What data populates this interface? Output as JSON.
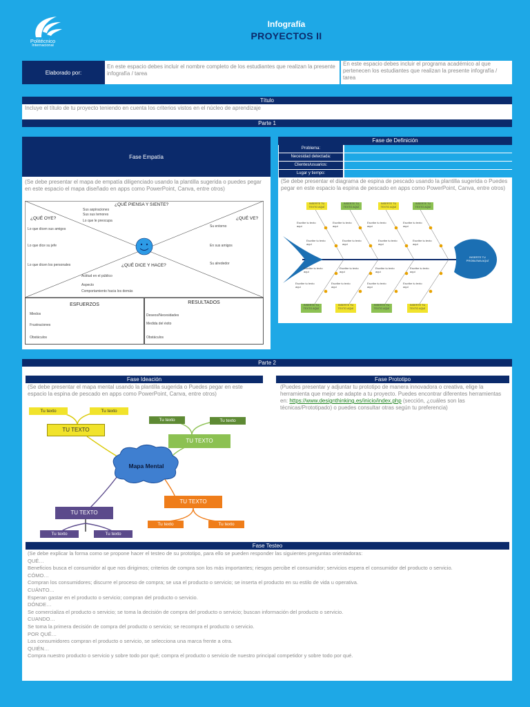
{
  "brand": {
    "name": "Politécnico",
    "sub": "Internacional"
  },
  "header": {
    "title": "Infografía",
    "subtitle": "PROYECTOS II"
  },
  "author_row": {
    "label": "Elaborado por:",
    "students_hint": "En este espacio debes incluir el nombre completo de los estudiantes que realizan la presente infografía / tarea",
    "program_hint": "En este espacio debes incluir el programa académico al que pertenecen los estudiantes que realizan la presente infografía / tarea"
  },
  "titulo": {
    "label": "Título",
    "hint": "Incluye el título de tu proyecto teniendo en cuenta los criterios vistos en el núcleo de aprendizaje"
  },
  "parte1": {
    "label": "Parte 1",
    "empatia": {
      "title": "Fase Empatía",
      "hint": "(Se debe presentar el mapa de empatía diligenciado usando la plantilla sugerida o puedes pegar en este espacio el mapa diseñado en apps como PowerPoint, Canva, entre otros)",
      "map": {
        "piensa": "¿QUÉ PIENSA Y SIENTE?",
        "oye": "¿QUÉ OYE?",
        "ve": "¿QUÉ VE?",
        "dice": "¿QUÉ DICE Y HACE?",
        "piensa_items": [
          "Sus aspiraciones",
          "Sus sus temores",
          "Lo que le preocupa"
        ],
        "oye_items": [
          "Lo que dicen sus amigos",
          "Lo que dice su jefe",
          "Lo que dicen los personales"
        ],
        "ve_items": [
          "Su entorno",
          "En sus amigos",
          "Su alrededor"
        ],
        "dice_items": [
          "Actitud en el público",
          "Aspecto",
          "Comportamiento hacia los demás"
        ],
        "esfuerzos": "ESFUERZOS",
        "resultados": "RESULTADOS",
        "esfuerzos_items": [
          "Miedos",
          "Frustraciones",
          "Obstáculos"
        ],
        "resultados_items": [
          "Deseos/Necesidades",
          "Medida del éxito",
          "Obstáculos"
        ]
      }
    },
    "definicion": {
      "title": "Fase de Definición",
      "fields": [
        "Problema:",
        "Necesidad detectada:",
        "Clientes/usuarios:",
        "Lugar y tiempo:"
      ],
      "hint": "(Se debe presentar el diagrama de espina de pescado usando la plantilla sugerida o Puedes pegar en este espacio la espina de pescado en apps como PowerPoint, Canva, entre otros)",
      "fish": {
        "cause": "INSERTE TU TEXTO AQUÍ",
        "sub": "Escribe tu texto aquí",
        "head": "INSERTE TU PROBLEMA AQUÍ"
      }
    }
  },
  "parte2": {
    "label": "Parte 2",
    "ideacion": {
      "title": "Fase Ideación",
      "hint": "(Se debe presentar el mapa mental usando la plantilla sugerida o Puedes pegar en este espacio la espina de pescado en apps como PowerPoint, Canva, entre otros)",
      "center": "Mapa Mental",
      "main": "TU TEXTO",
      "sub": "Tu texto"
    },
    "prototipo": {
      "title": "Fase Prototipo",
      "hint_a": "(Puedes presentar y adjuntar tu prototipo de manera innovadora o creativa, elige la herramienta que mejor se adapte a tu proyecto. Puedes encontrar diferentes herramientas en: ",
      "link": "https://www.designthinking.es/inicio/index.php",
      "hint_b": " (sección, ¿cuáles son las técnicas/Prototipado) o puedes consultar otras según tu preferencia)"
    },
    "testeo": {
      "title": "Fase Testeo",
      "lines": [
        "(Se debe explicar la forma como se propone hacer el testeo de su prototipo, para ello se pueden responder las siguientes preguntas orientadoras:",
        "QUÉ…",
        "Beneficios busca el consumidor al que nos dirigimos; criterios de compra son los más importantes; riesgos percibe el consumidor; servicios espera el consumidor del producto o servicio.",
        "CÓMO…",
        "Compran los consumidores; discurre el proceso de compra; se usa el producto o servicio; se inserta el producto en su estilo de vida u operativa.",
        "CUÁNTO…",
        "Esperan gastar en el producto o servicio; compran del producto o servicio.",
        "DÓNDE…",
        "Se comercializa el producto o servicio; se toma la decisión de compra del producto o servicio; buscan información del producto o servicio.",
        "CUANDO…",
        "Se toma la primera decisión de compra del producto o servicio; se recompra el producto o servicio.",
        "POR QUÉ…",
        "Los consumidores compran el producto o servicio, se selecciona una marca frente a otra.",
        "QUIÉN…",
        "Compra nuestro producto o servicio y sobre todo por qué; compra el producto o servicio de nuestro principal competidor y sobre todo por qué."
      ]
    }
  },
  "colors": {
    "navy": "#0b2a6b",
    "sky": "#1ea8e6",
    "yellow": "#f1e32b",
    "green": "#8cc152",
    "purple": "#5b4a8b",
    "orange": "#ef7d1a",
    "blue_cloud": "#3f7fd0"
  }
}
